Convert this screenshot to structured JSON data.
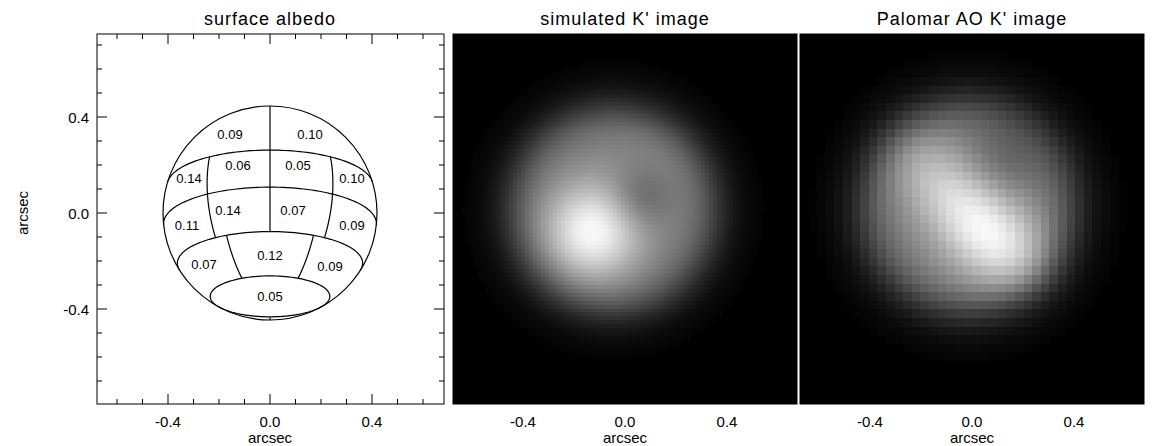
{
  "diagram": {
    "labels": [
      "surface albedo",
      "simulated K' image",
      "Palomar AO K' image",
      "0.4",
      "0.0",
      "-0.4",
      "arcsec",
      "-0.4",
      "0.0",
      "0.4",
      "arcsec",
      "-0.4",
      "0.0",
      "0.4",
      "arcsec",
      "-0.4",
      "0.0",
      "0.4",
      "arcsec",
      "0.09",
      "0.10",
      "0.14",
      "0.06",
      "0.05",
      "0.10",
      "0.11",
      "0.14",
      "0.07",
      "0.09",
      "0.07",
      "0.12",
      "0.09",
      "0.05"
    ]
  }
}
